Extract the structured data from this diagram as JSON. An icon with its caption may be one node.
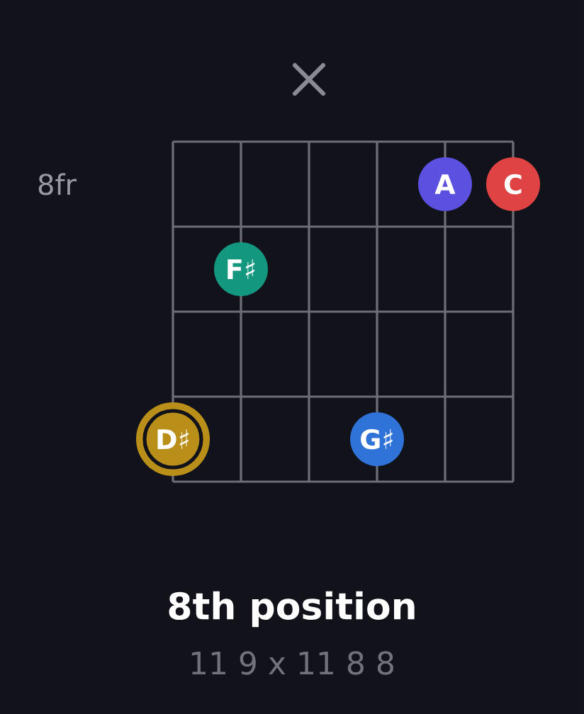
{
  "diagram": {
    "caption": "8th position",
    "nodes": [
      {
        "text": [
          "A"
        ]
      },
      {
        "text": [
          "C"
        ]
      },
      {
        "text": [
          "F♯"
        ]
      },
      {
        "text": [
          "D♯"
        ]
      },
      {
        "text": [
          "G♯"
        ]
      }
    ],
    "labels": [
      "8fr",
      "11 9 x 11 8 8"
    ]
  }
}
